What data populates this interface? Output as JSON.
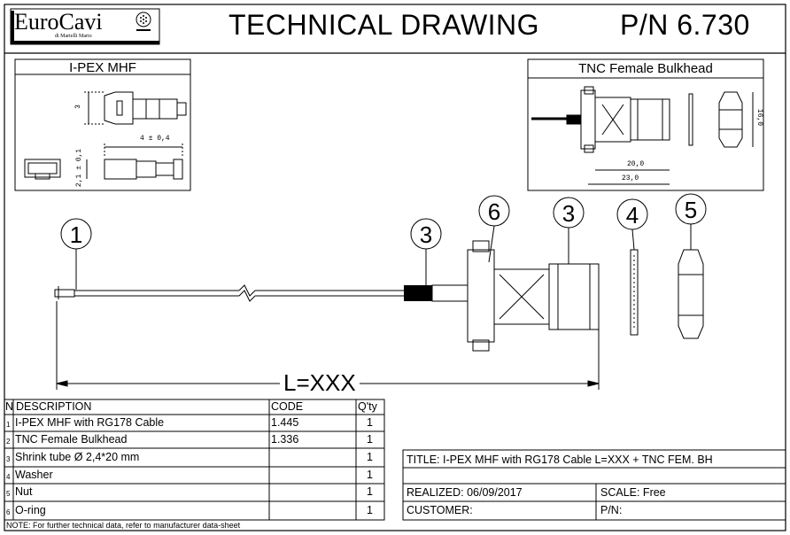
{
  "header": {
    "logo_text": "EuroCavi",
    "logo_sub": "di Martelli Mario",
    "title": "TECHNICAL DRAWING",
    "part_number": "P/N 6.730"
  },
  "detail_left": {
    "title": "I-PEX MHF",
    "dim_height": "3",
    "dim_length": "4 ± 0,4",
    "dim_width": "2,1 ± 0,1"
  },
  "detail_right": {
    "title": "TNC Female Bulkhead",
    "dim_a": "20,0",
    "dim_b": "23,0",
    "dim_c": "16,0"
  },
  "balloons": [
    "1",
    "3",
    "6",
    "3",
    "4",
    "5"
  ],
  "length_label": "L=XXX",
  "bom": {
    "headers": {
      "n": "N",
      "description": "DESCRIPTION",
      "code": "CODE",
      "qty": "Q'ty"
    },
    "rows": [
      {
        "n": "1",
        "description": "I-PEX MHF with RG178 Cable",
        "code": "1.445",
        "qty": "1"
      },
      {
        "n": "2",
        "description": "TNC Female Bulkhead",
        "code": "1.336",
        "qty": "1"
      },
      {
        "n": "3",
        "description": "Shrink tube Ø 2,4*20 mm",
        "code": "",
        "qty": "1"
      },
      {
        "n": "4",
        "description": "Washer",
        "code": "",
        "qty": "1"
      },
      {
        "n": "5",
        "description": "Nut",
        "code": "",
        "qty": "1"
      },
      {
        "n": "6",
        "description": "O-ring",
        "code": "",
        "qty": "1"
      }
    ],
    "note": "NOTE: For further technical data, refer to manufacturer data-sheet"
  },
  "title_block": {
    "title": "TITLE: I-PEX MHF with RG178 Cable L=XXX + TNC FEM. BH",
    "realized": "REALIZED: 06/09/2017",
    "scale": "SCALE: Free",
    "customer": "CUSTOMER:",
    "pn": "P/N:"
  }
}
